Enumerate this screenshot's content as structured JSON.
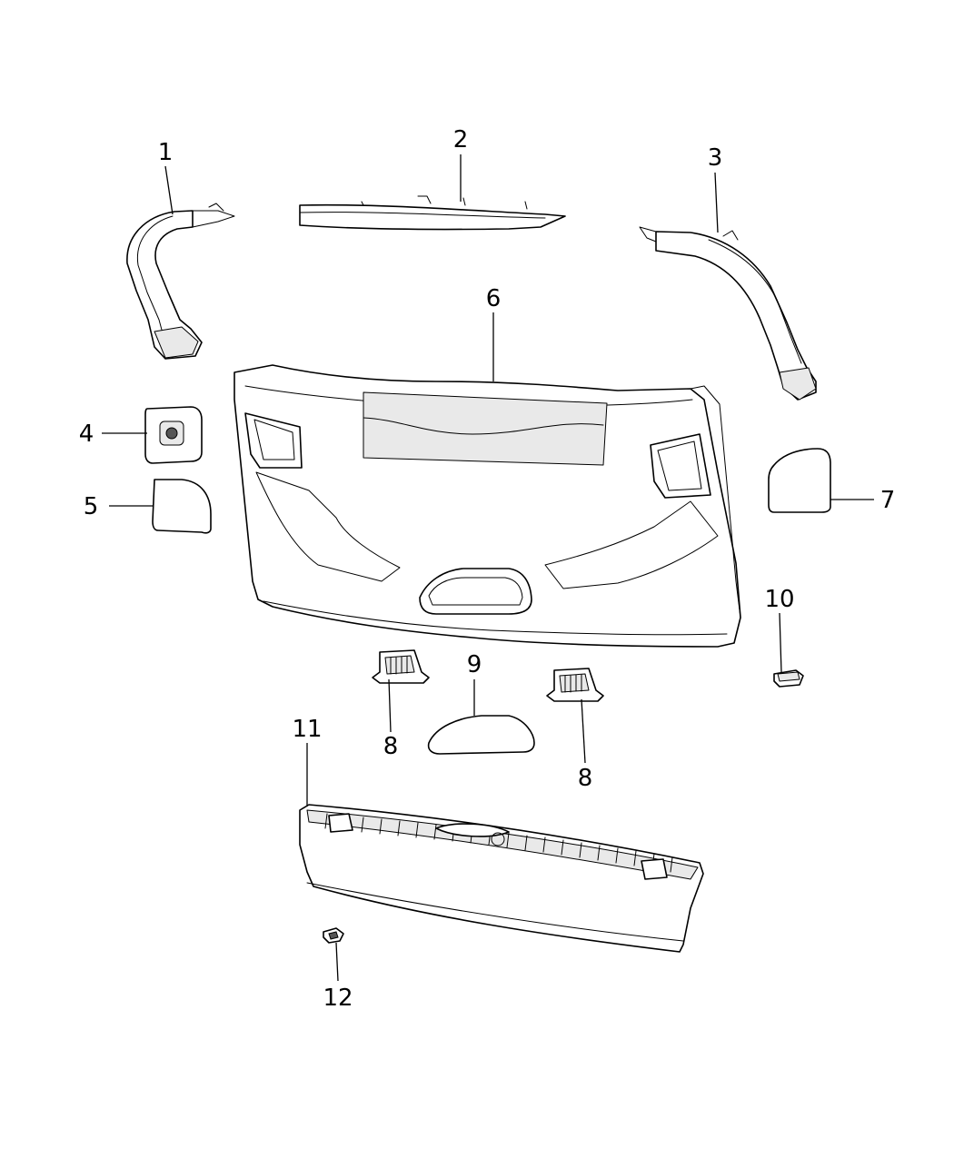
{
  "callouts": [
    {
      "id": "1",
      "label": "1"
    },
    {
      "id": "2",
      "label": "2"
    },
    {
      "id": "3",
      "label": "3"
    },
    {
      "id": "4",
      "label": "4"
    },
    {
      "id": "5",
      "label": "5"
    },
    {
      "id": "6",
      "label": "6"
    },
    {
      "id": "7",
      "label": "7"
    },
    {
      "id": "8a",
      "label": "8"
    },
    {
      "id": "8b",
      "label": "8"
    },
    {
      "id": "9",
      "label": "9"
    },
    {
      "id": "10",
      "label": "10"
    },
    {
      "id": "11",
      "label": "11"
    },
    {
      "id": "12",
      "label": "12"
    }
  ]
}
